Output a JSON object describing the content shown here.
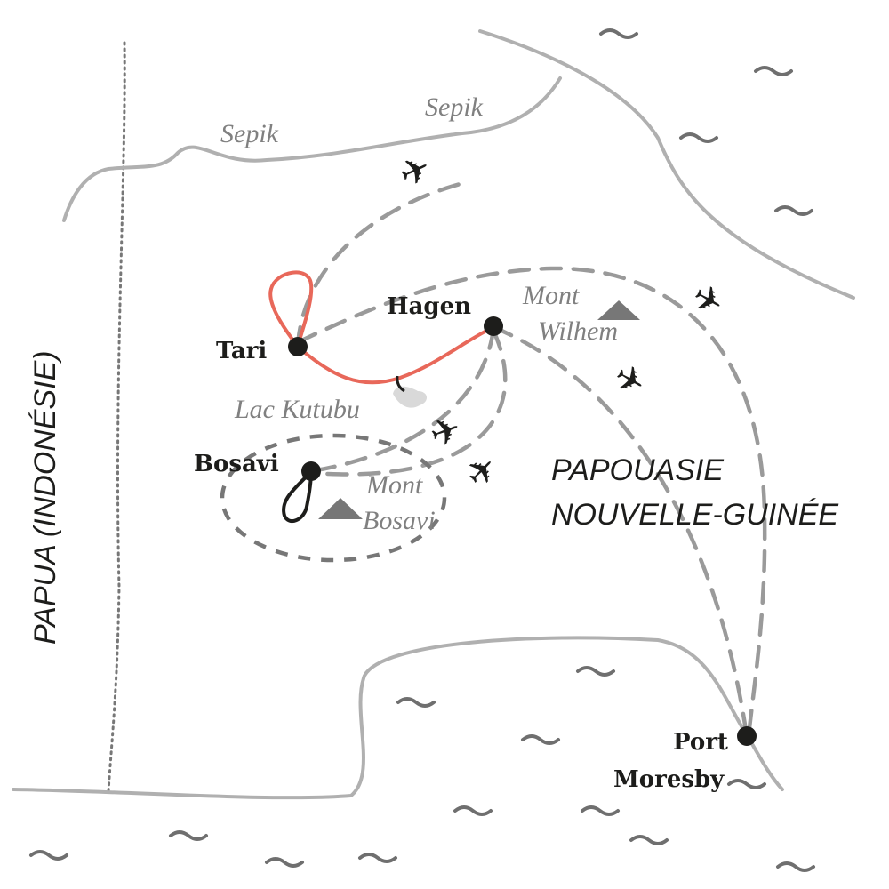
{
  "cities": {
    "tari": "Tari",
    "hagen": "Hagen",
    "bosavi": "Bosavi",
    "port_moresby_1": "Port",
    "port_moresby_2": "Moresby"
  },
  "features": {
    "sepik_1": "Sepik",
    "sepik_2": "Sepik",
    "lac_kutubu": "Lac Kutubu",
    "mont_wilhem_1": "Mont",
    "mont_wilhem_2": "Wilhem",
    "mont_bosavi_1": "Mont",
    "mont_bosavi_2": "Bosavi"
  },
  "regions": {
    "png_1": "PAPOUASIE",
    "png_2": "NOUVELLE-GUINÉE",
    "papua": "PAPUA (INDONÉSIE)"
  },
  "colors": {
    "trek_route": "#e8685a",
    "flight_route": "#9a9a9a",
    "river": "#b0b0b0",
    "city": "#1d1d1b"
  },
  "icons": {
    "plane": "✈"
  }
}
